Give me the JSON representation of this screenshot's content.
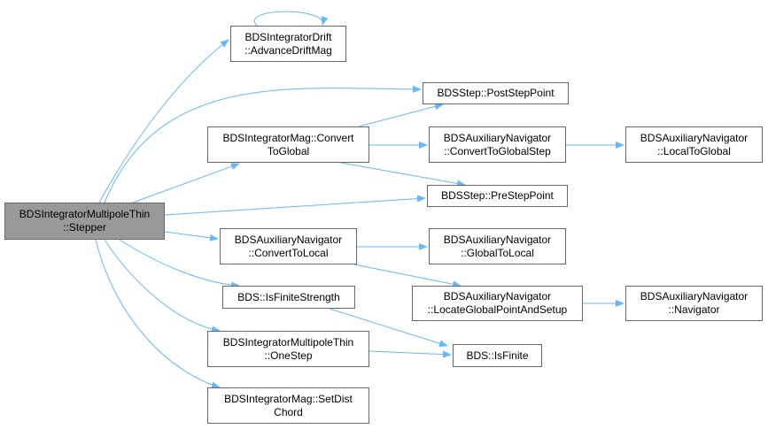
{
  "colors": {
    "edge": "#63b8ff",
    "node_border": "#666666",
    "root_fill": "#999999",
    "node_fill": "#ffffff"
  },
  "nodes": {
    "stepper": {
      "line1": "BDSIntegratorMultipoleThin",
      "line2": "::Stepper"
    },
    "advance_drift": {
      "line1": "BDSIntegratorDrift",
      "line2": "::AdvanceDriftMag"
    },
    "post_step": {
      "line1": "BDSStep::PostStepPoint"
    },
    "convert_global": {
      "line1": "BDSIntegratorMag::Convert",
      "line2": "ToGlobal"
    },
    "aux_convert_global_step": {
      "line1": "BDSAuxiliaryNavigator",
      "line2": "::ConvertToGlobalStep"
    },
    "aux_local_to_global": {
      "line1": "BDSAuxiliaryNavigator",
      "line2": "::LocalToGlobal"
    },
    "pre_step": {
      "line1": "BDSStep::PreStepPoint"
    },
    "aux_convert_local": {
      "line1": "BDSAuxiliaryNavigator",
      "line2": "::ConvertToLocal"
    },
    "aux_global_to_local": {
      "line1": "BDSAuxiliaryNavigator",
      "line2": "::GlobalToLocal"
    },
    "is_finite_strength": {
      "line1": "BDS::IsFiniteStrength"
    },
    "aux_locate": {
      "line1": "BDSAuxiliaryNavigator",
      "line2": "::LocateGlobalPointAndSetup"
    },
    "aux_navigator": {
      "line1": "BDSAuxiliaryNavigator",
      "line2": "::Navigator"
    },
    "one_step": {
      "line1": "BDSIntegratorMultipoleThin",
      "line2": "::OneStep"
    },
    "is_finite": {
      "line1": "BDS::IsFinite"
    },
    "set_dist_chord": {
      "line1": "BDSIntegratorMag::SetDist",
      "line2": "Chord"
    }
  }
}
